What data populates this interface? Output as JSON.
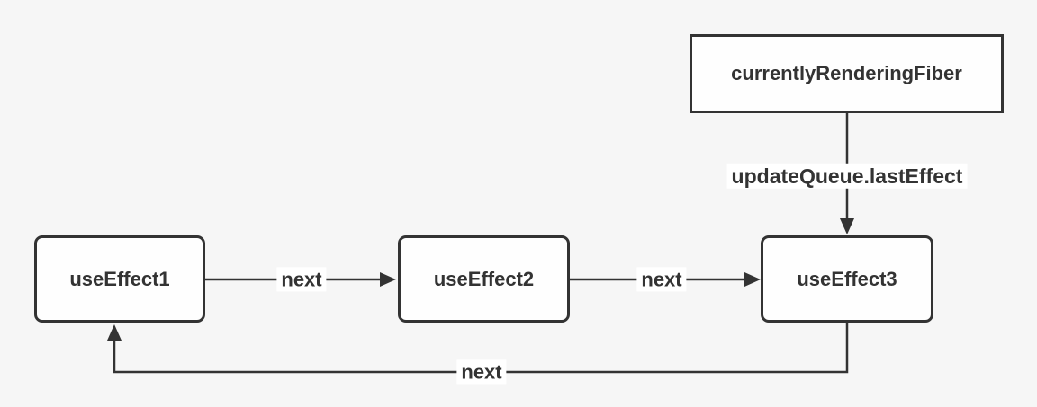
{
  "colors": {
    "background": "#f6f6f6",
    "node_fill": "#fefefe",
    "stroke": "#333333",
    "text": "#333333",
    "label_background": "#ffffff"
  },
  "nodes": {
    "fiber": {
      "label": "currentlyRenderingFiber"
    },
    "effect1": {
      "label": "useEffect1"
    },
    "effect2": {
      "label": "useEffect2"
    },
    "effect3": {
      "label": "useEffect3"
    }
  },
  "edges": {
    "last_effect": {
      "label": "updateQueue.lastEffect",
      "from": "currentlyRenderingFiber",
      "to": "useEffect3"
    },
    "next_1_2": {
      "label": "next",
      "from": "useEffect1",
      "to": "useEffect2"
    },
    "next_2_3": {
      "label": "next",
      "from": "useEffect2",
      "to": "useEffect3"
    },
    "next_3_1": {
      "label": "next",
      "from": "useEffect3",
      "to": "useEffect1"
    }
  }
}
